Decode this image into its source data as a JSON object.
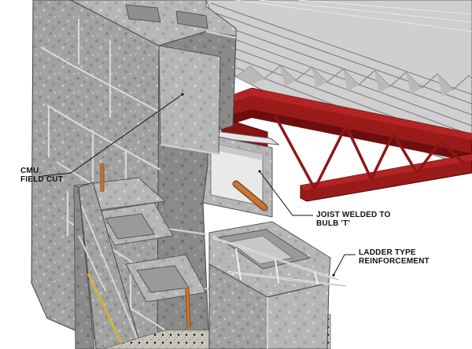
{
  "labels": {
    "cmu_line1": "CMU",
    "cmu_line2": "FIELD CUT",
    "joist_line1": "JOIST WELDED TO",
    "joist_line2": "BULB 'T'",
    "ladder_line1": "LADDER TYPE",
    "ladder_line2": "REINFORCEMENT"
  },
  "colors": {
    "steel_joist": "#8f1515",
    "cmu_block": "#a3a3a3",
    "metal_deck": "#c9c9c9",
    "rebar": "#c06a2c",
    "ladder_wire": "#e0e0e0"
  }
}
